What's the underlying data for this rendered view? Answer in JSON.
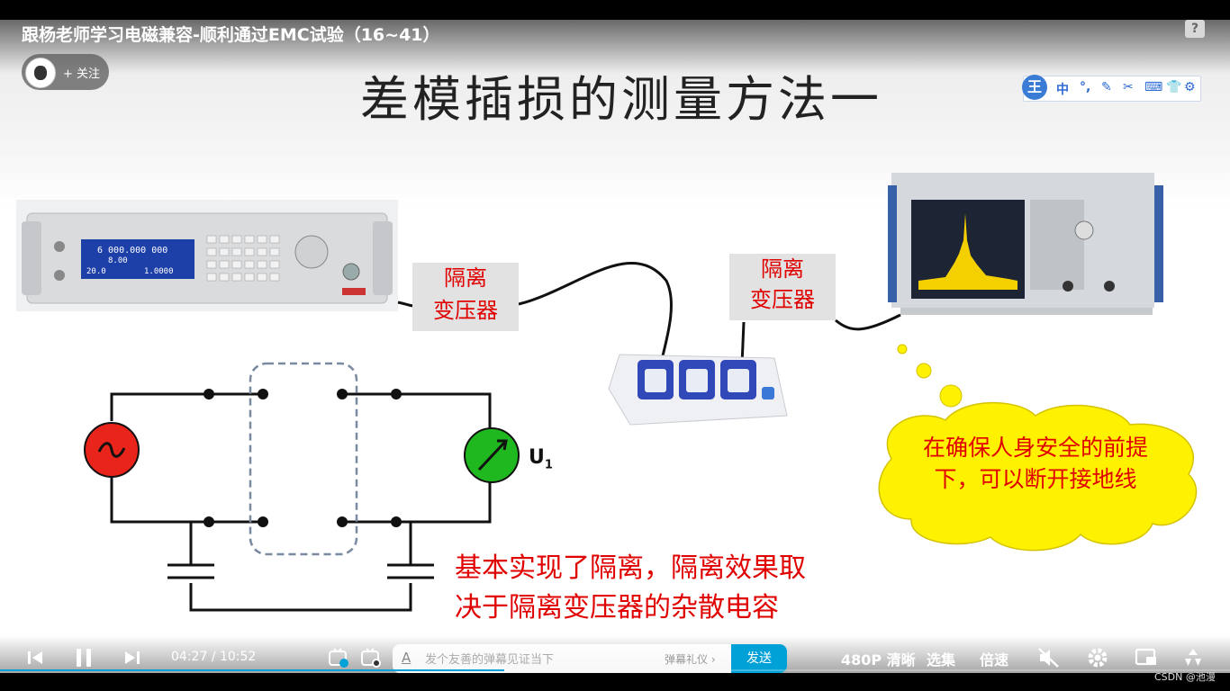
{
  "video": {
    "title": "跟杨老师学习电磁兼容-顺利通过EMC试验（16~41）",
    "follow_label": "+ 关注",
    "help_label": "?"
  },
  "slide": {
    "heading": "差模插损的测量方法一",
    "transformer_label_left": "隔离\n变压器",
    "transformer_label_right": "隔离\n变压器",
    "voltmeter_label": "U",
    "voltmeter_subscript": "1",
    "cloud_text": "在确保人身安全的前提下，可以断开接地线",
    "caption_line1": "基本实现了隔离，隔离效果取",
    "caption_line2": "决于隔离变压器的杂散电容",
    "generator_display_line1": "6 000.000 000",
    "generator_display_line2": "8.00",
    "generator_display_line3": "20.0",
    "generator_display_line4": "1.0000"
  },
  "ime_toolbar": {
    "logo": "王",
    "mode": "中",
    "icons": [
      "punctuation-icon",
      "pen-icon",
      "scissors-icon",
      "keyboard-icon",
      "skin-icon",
      "settings-icon"
    ]
  },
  "player": {
    "current_time": "04:27",
    "separator": "/",
    "duration": "10:52",
    "progress": 0.41,
    "danmaku_placeholder": "发个友善的弹幕见证当下",
    "danmaku_etiquette": "弹幕礼仪 ›",
    "send_label": "发送",
    "quality_label": "480P 清晰",
    "episodes_label": "选集",
    "speed_label": "倍速",
    "accent_color": "#00a1d6"
  },
  "watermark": "CSDN @池漫"
}
